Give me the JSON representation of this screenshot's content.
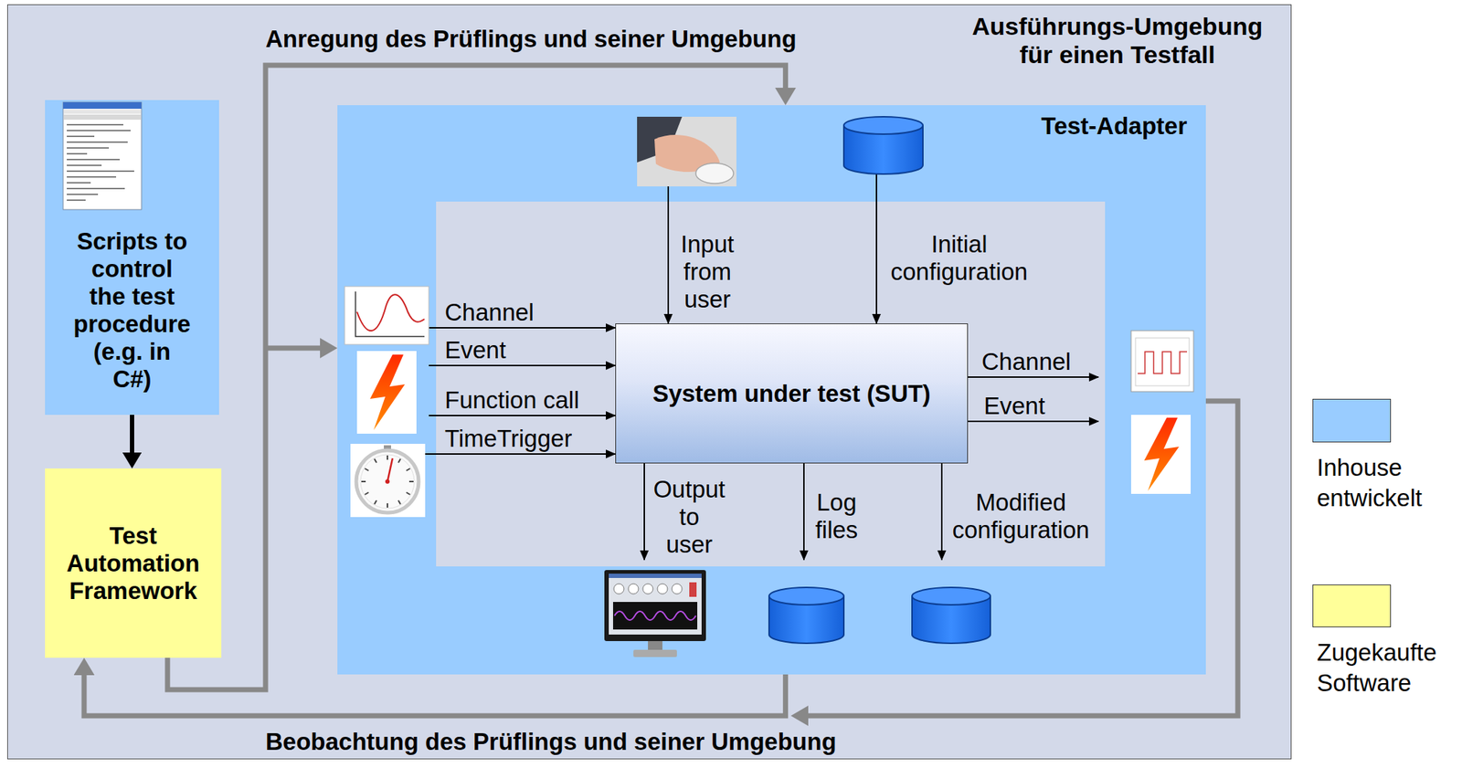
{
  "diagram": {
    "nodes": [
      {
        "text": [
          "Ausführungs-Umgebung für einen Testfall"
        ]
      },
      {
        "text": [
          "Scripts to control the test procedure (e.g. in C#)"
        ],
        "in": 0
      },
      {
        "text": [
          "Test Automation Framework"
        ],
        "in": 0
      },
      {
        "text": [
          "Test-Adapter"
        ],
        "in": 0
      },
      {
        "text": [
          "System under test (SUT)"
        ],
        "in": 3
      }
    ],
    "edges": [
      {
        "from": 1,
        "to": 2,
        "arrow": "to"
      },
      {
        "from": 2,
        "to": 3,
        "label": "Anregung des Prüflings und seiner Umgebung",
        "arrow": "to"
      },
      {
        "from": 3,
        "to": 2,
        "label": "Beobachtung des Prüflings und seiner Umgebung",
        "arrow": "to"
      }
    ],
    "labels": [
      "Input from user",
      "Initial configuration",
      "Channel",
      "Event",
      "Function call",
      "TimeTrigger",
      "Channel",
      "Event",
      "Output to user",
      "Log files",
      "Modified configuration"
    ],
    "legend": [
      {
        "text": "Inhouse entwickelt",
        "color": "#99ccff"
      },
      {
        "text": "Zugekaufte Software",
        "color": "#ffff99"
      }
    ]
  }
}
